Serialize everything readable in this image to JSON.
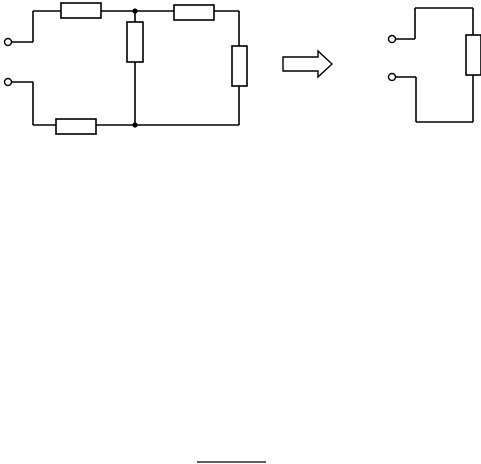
{
  "diagram": {
    "original_circuit": {
      "resistor_count": 5,
      "input_terminal_count": 2,
      "junction_count": 2
    },
    "equivalent_circuit": {
      "resistor_count": 1,
      "input_terminal_count": 2
    },
    "transform_arrow_direction": "right"
  }
}
